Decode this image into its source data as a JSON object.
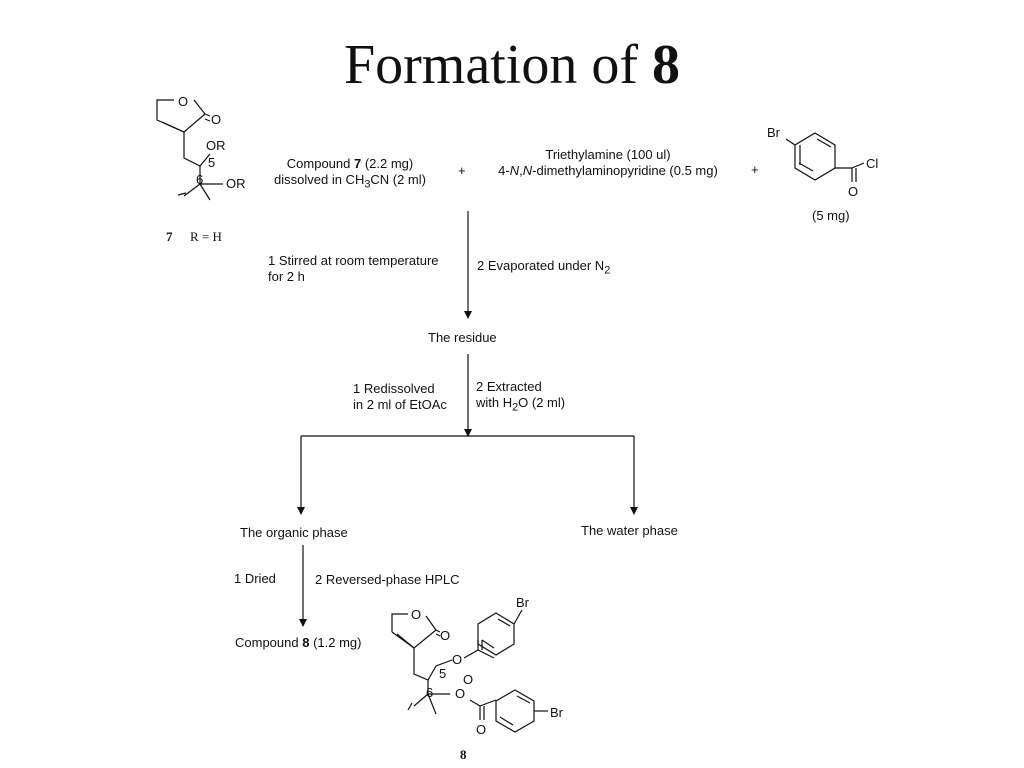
{
  "slide": {
    "title_prefix": "Formation of",
    "title_number": "8"
  },
  "reactants": {
    "compound7": {
      "line1": {
        "pre": "Compound ",
        "bold": "7",
        "post": " (2.2 mg)"
      },
      "line2": {
        "pre": "dissolved in CH",
        "sub": "3",
        "post": "CN (2 ml)"
      }
    },
    "plus_1": "+",
    "reagents": {
      "line1": "Triethylamine (100 ul)",
      "line2": {
        "pre": "4-",
        "it1": "N",
        "mid": ",",
        "it2": "N",
        "post": "-dimethylaminopyridine (0.5 mg)"
      }
    },
    "plus_2": "+",
    "acid_chloride_amount": "(5 mg)"
  },
  "structure7": {
    "label_number": "7",
    "label_text": "R = H",
    "atoms": {
      "ring_o": "O",
      "carbonyl_o": "O",
      "or_top": "OR",
      "or_bottom": "OR",
      "c5": "5",
      "c6": "6"
    }
  },
  "acid_chloride": {
    "atoms": {
      "br": "Br",
      "cl": "Cl",
      "o": "O"
    }
  },
  "step1": {
    "left": [
      "1 Stirred at room temperature",
      "for 2 h"
    ],
    "right": {
      "pre": "2 Evaporated under N",
      "sub": "2"
    }
  },
  "residue": "The residue",
  "step2": {
    "left": [
      "1 Redissolved",
      "in 2 ml of EtOAc"
    ],
    "right_line1": "2 Extracted",
    "right_line2": {
      "pre": "with H",
      "sub": "2",
      "post": "O (2 ml)"
    }
  },
  "organic_phase": "The organic phase",
  "water_phase": "The water phase",
  "step3": {
    "left": "1 Dried",
    "right": "2 Reversed-phase HPLC"
  },
  "product": {
    "line": {
      "pre": "Compound ",
      "bold": "8",
      "post": " (1.2 mg)"
    }
  },
  "structure8": {
    "label_number": "8",
    "atoms": {
      "ring_o": "O",
      "carbonyl_o": "O",
      "ester1_o": "O",
      "ester1_co": "O",
      "ester2_o": "O",
      "ester2_co": "O",
      "br_top": "Br",
      "br_bottom": "Br",
      "c5": "5",
      "c6": "6"
    }
  }
}
